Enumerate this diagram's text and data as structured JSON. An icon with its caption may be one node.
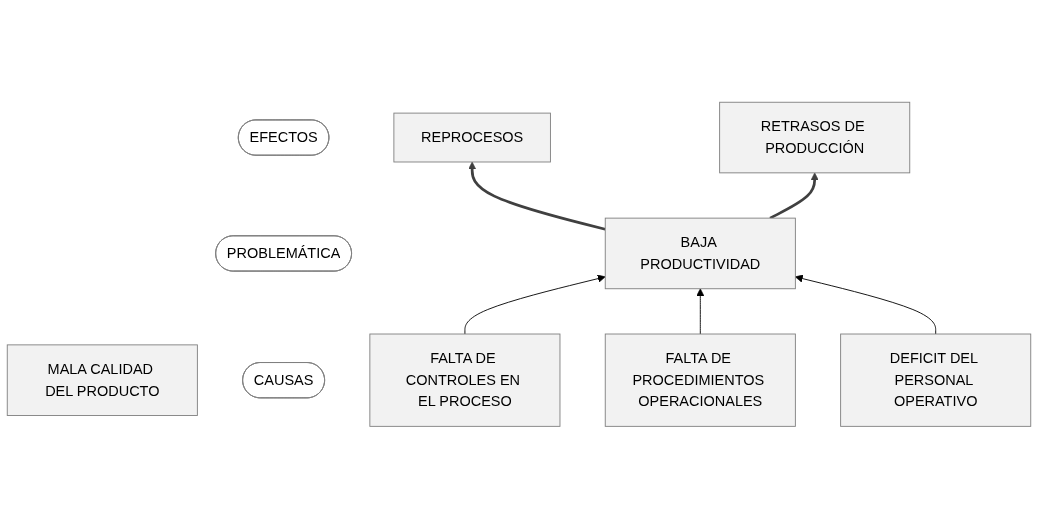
{
  "diagram": {
    "nodes": [
      {
        "text": [
          "EFECTOS"
        ]
      },
      {
        "text": [
          "REPROCESOS"
        ]
      },
      {
        "text": [
          "MALA CALIDAD DEL PRODUCTO"
        ]
      },
      {
        "text": [
          "RETRASOS DE PRODUCCIÓN"
        ]
      },
      {
        "text": [
          "PROBLEMÁTICA"
        ]
      },
      {
        "text": [
          "BAJA PRODUCTIVIDAD"
        ]
      },
      {
        "text": [
          "CAUSAS"
        ]
      },
      {
        "text": [
          "FALTA DE CONTROLES EN EL PROCESO"
        ]
      },
      {
        "text": [
          "FALTA DE PROCEDIMIENTOS OPERACIONALES"
        ]
      },
      {
        "text": [
          "DEFICIT DEL PERSONAL OPERATIVO"
        ]
      }
    ],
    "edges": [
      {
        "from": 5,
        "to": 1,
        "arrow": "to",
        "style": "thick"
      },
      {
        "from": 5,
        "to": 3,
        "arrow": "to",
        "style": "thick"
      },
      {
        "from": 7,
        "to": 5,
        "arrow": "to"
      },
      {
        "from": 8,
        "to": 5,
        "arrow": "to"
      },
      {
        "from": 9,
        "to": 5,
        "arrow": "to"
      }
    ]
  }
}
